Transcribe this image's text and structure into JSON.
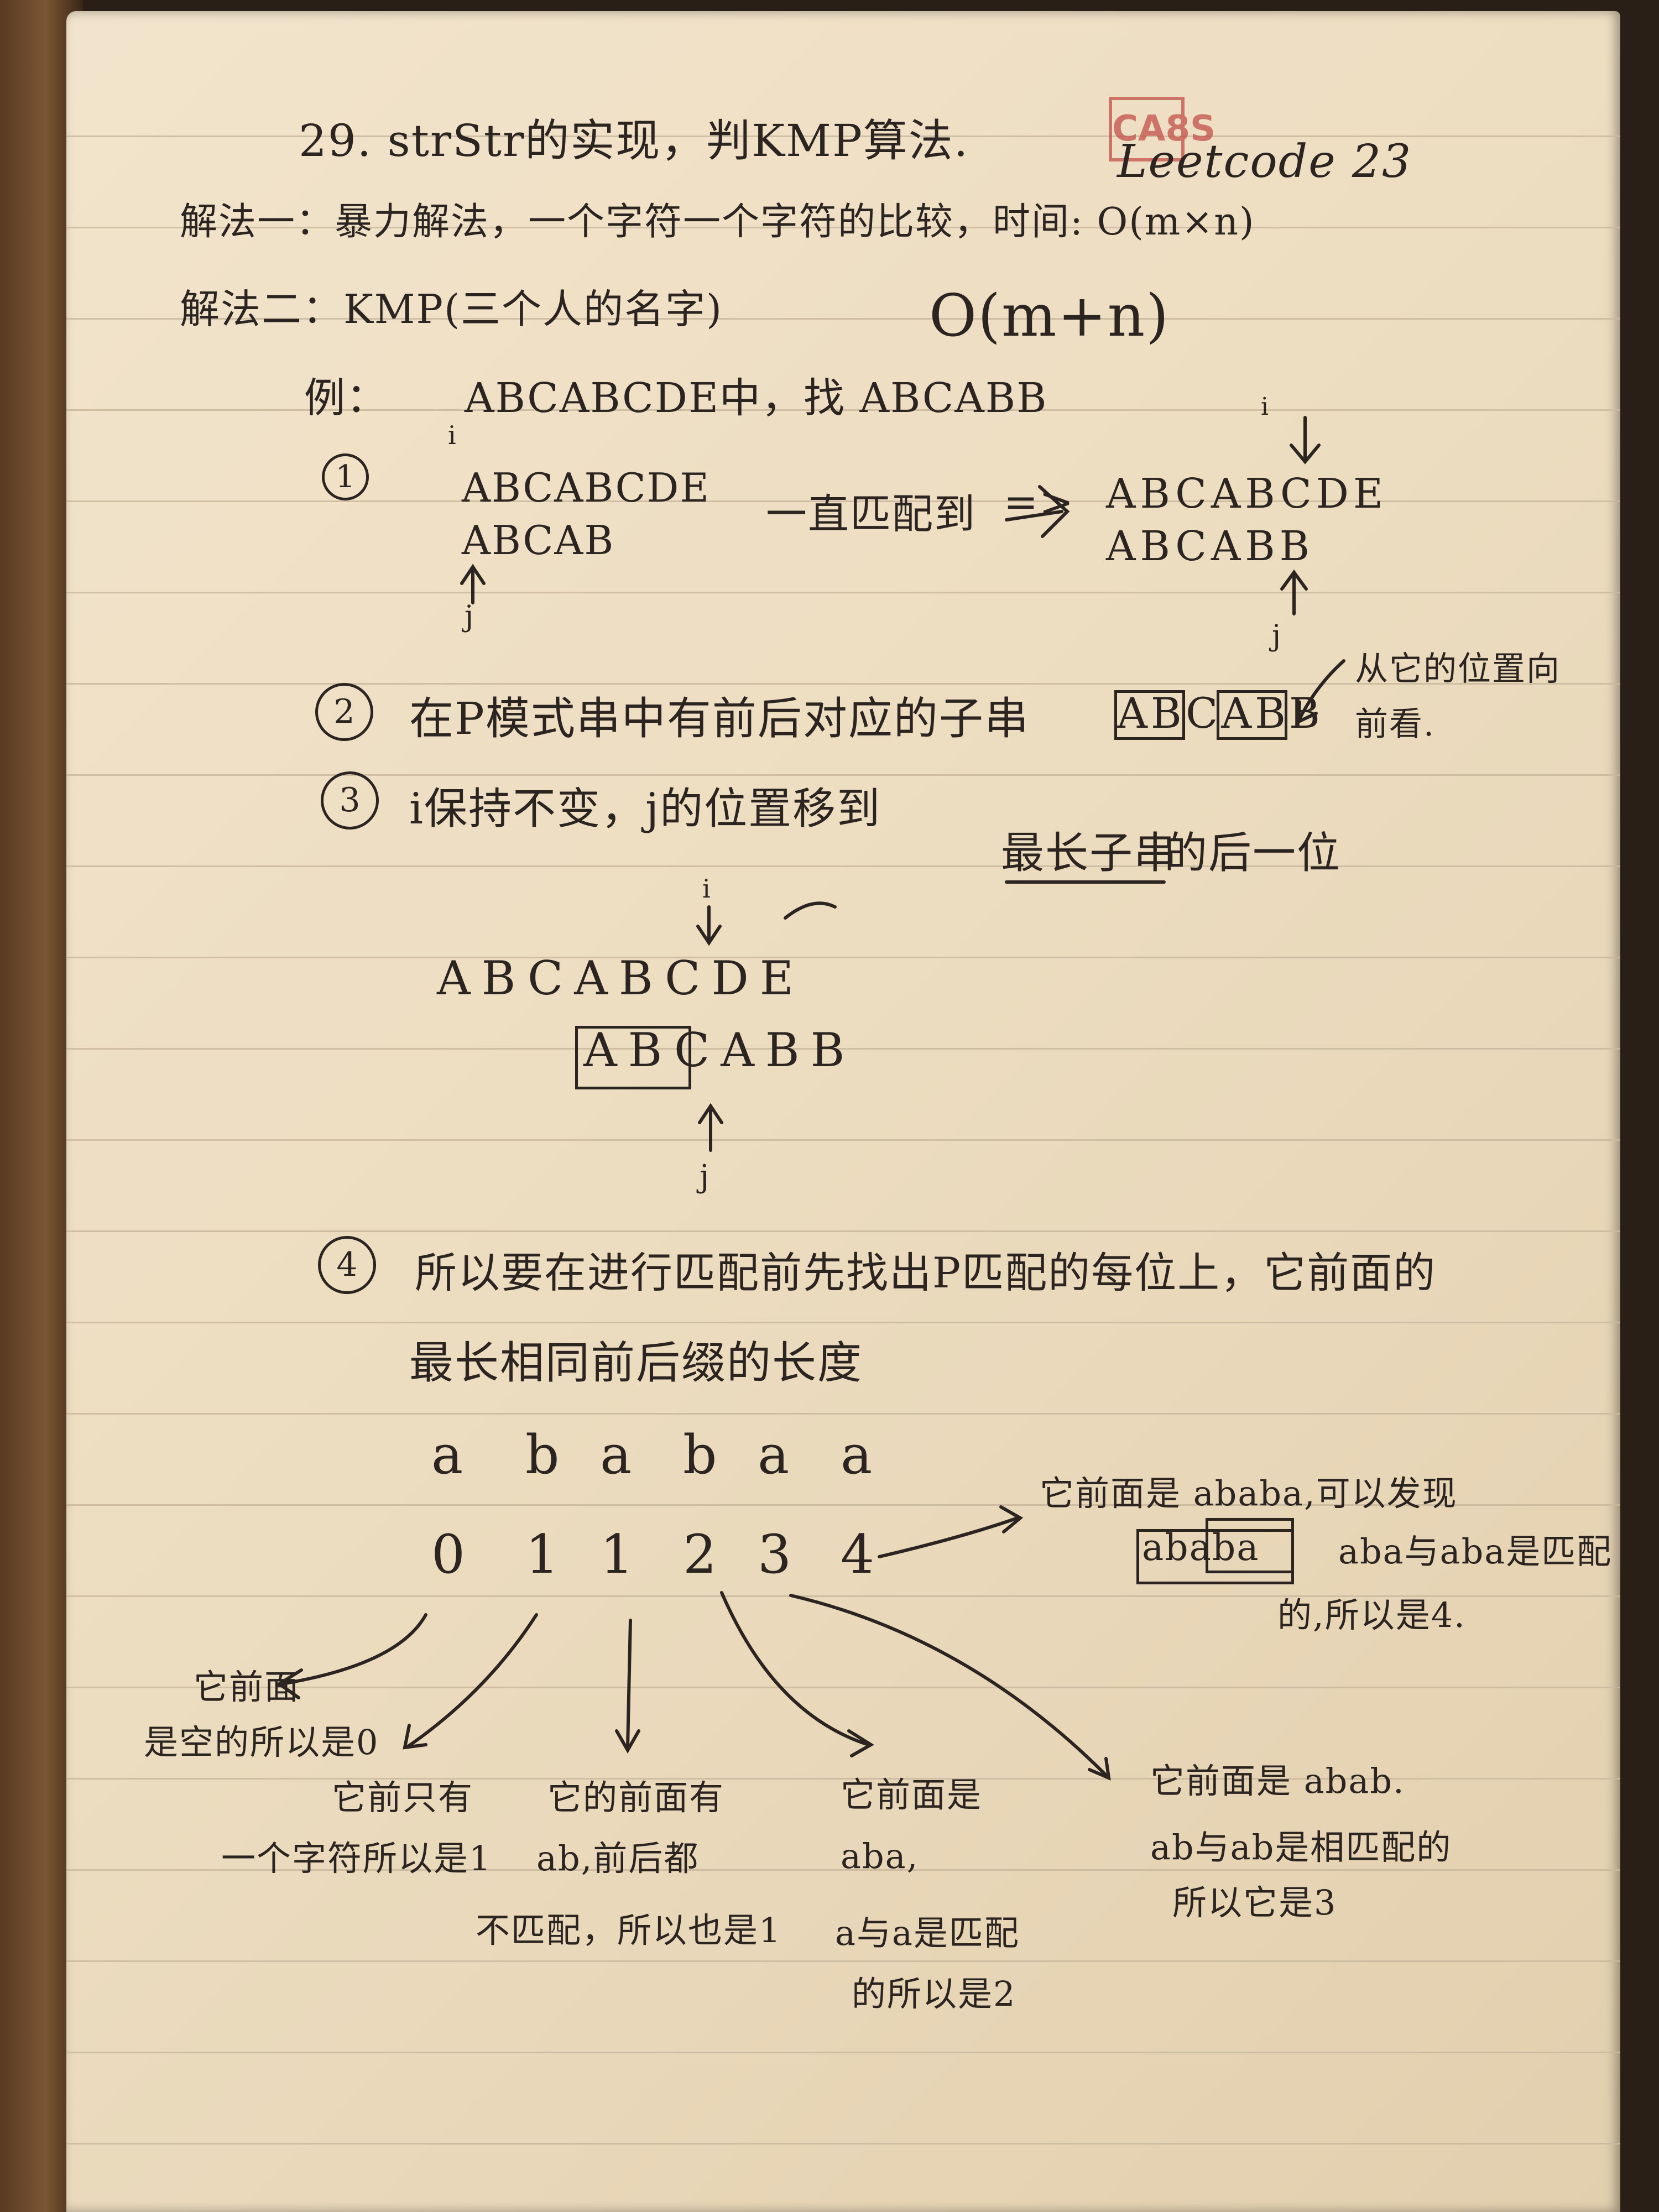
{
  "title": "29. strStr的实现，判KMP算法.",
  "stamp": "CA8S",
  "source": "Leetcode 23",
  "method1": "解法一：暴力解法，一个字符一个字符的比较，时间: O(m×n)",
  "method2_label": "解法二：KMP(三个人的名字)",
  "method2_complexity": "O(m+n)",
  "example_label": "例：",
  "example_text": "ABCABCDE中，找  ABCABB",
  "step1": {
    "num": "1",
    "text_string": "ABCABCDE",
    "pattern": "ABCAB",
    "pointer_i": "i",
    "pointer_j": "j",
    "middle": "一直匹配到",
    "arrow": "=>",
    "result_text": "ABCABCDE",
    "result_pattern": "ABCABB"
  },
  "step2": {
    "num": "2",
    "text": "在P模式串中有前后对应的子串",
    "example_pattern": "ABCABB",
    "note": "从它的位置向前看."
  },
  "step3": {
    "num": "3",
    "text_a": "i保持不变，j的位置移到",
    "text_underlined": "最长子串",
    "text_b": "的后一位",
    "text_string": "ABCABCDE",
    "pattern": "ABCABB",
    "pointer_i": "i",
    "pointer_j": "j"
  },
  "step4": {
    "num": "4",
    "line1": "所以要在进行匹配前先找出P匹配的每位上，它前面的",
    "line2": "最长相同前后缀的长度"
  },
  "table": {
    "chars": [
      "a",
      "b",
      "a",
      "b",
      "a",
      "a"
    ],
    "values": [
      "0",
      "1",
      "1",
      "2",
      "3",
      "4"
    ]
  },
  "annotations": {
    "a0": [
      "它前面",
      "是空的所以是0"
    ],
    "a1": [
      "它前只有",
      "一个字符所以是1"
    ],
    "a2": [
      "它的前面有",
      "ab,前后都",
      "不匹配，所以也是1"
    ],
    "a3": [
      "它前面是",
      "aba,",
      "a与a是匹配",
      "的所以是2"
    ],
    "a4": [
      "它前面是 abab.",
      "ab与ab是相匹配的",
      "所以它是3"
    ],
    "a5": [
      "它前面是 ababa,可以发现",
      "aba与aba是匹配",
      "的,所以是4."
    ],
    "a5_box": "ababa"
  }
}
